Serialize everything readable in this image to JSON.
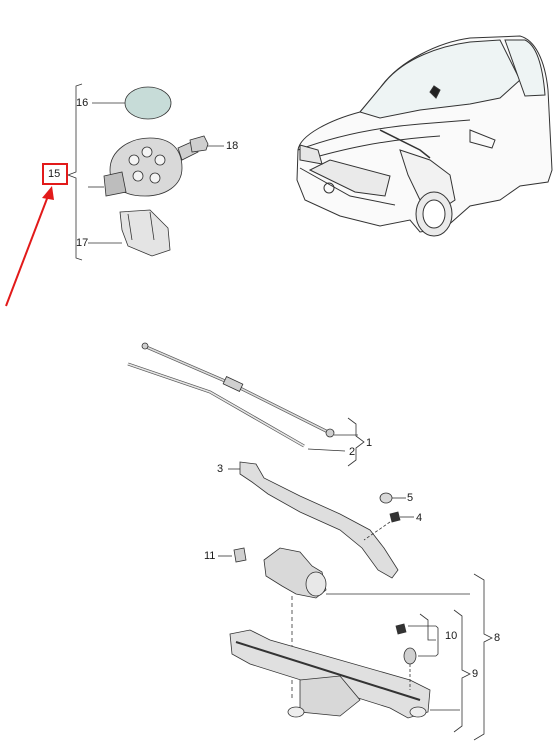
{
  "callouts": {
    "c1": "1",
    "c2": "2",
    "c3": "3",
    "c4": "4",
    "c5": "5",
    "c8": "8",
    "c9": "9",
    "c10": "10",
    "c11": "11",
    "c15": "15",
    "c16": "16",
    "c17": "17",
    "c18": "18"
  },
  "colors": {
    "highlight": "#e21a1a",
    "line": "#333333",
    "part_fill": "#d9d9d9",
    "sensor_teal": "#c7dcd8"
  },
  "icons": [
    "car-illustration",
    "rain-sensor-icon",
    "wiper-blade-icon",
    "wiper-arm-icon",
    "wiper-motor-icon",
    "wiper-linkage-icon",
    "red-arrow-icon"
  ]
}
